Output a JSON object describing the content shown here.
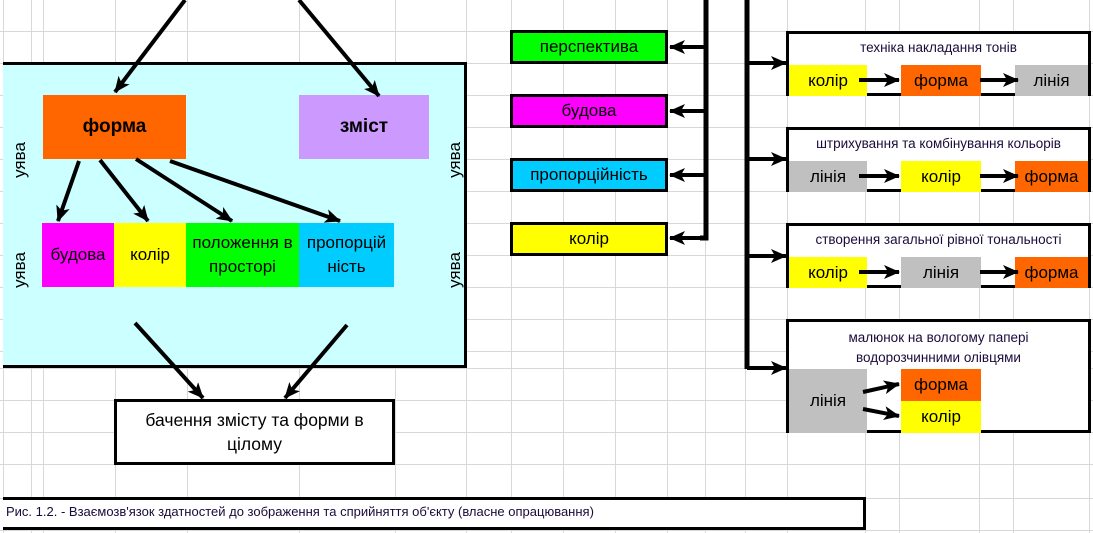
{
  "colors": {
    "orange": "#ff6600",
    "lavender": "#cc99ff",
    "magenta": "#ff00ff",
    "yellow": "#ffff00",
    "green": "#00ff00",
    "cyan": "#00ccff",
    "grey": "#c0c0c0",
    "panel": "#ccffff"
  },
  "left_panel": {
    "imagination_labels": [
      "уява",
      "уява",
      "уява",
      "уява"
    ],
    "forma": "форма",
    "zmist": "зміст",
    "elements": [
      "будова",
      "колір",
      "положення в просторі",
      "пропорцій ність"
    ]
  },
  "result_box": "бачення змісту та форми в цілому",
  "middle_list": [
    "перспектива",
    "будова",
    "пропорційність",
    "колір"
  ],
  "techniques": [
    {
      "title": "техніка накладання тонів",
      "steps": [
        "колір",
        "форма",
        "лінія"
      ]
    },
    {
      "title": "штрихування та комбінування кольорів",
      "steps": [
        "лінія",
        "колір",
        "форма"
      ]
    },
    {
      "title": "створення загальної рівної тональності",
      "steps": [
        "колір",
        "лінія",
        "форма"
      ]
    },
    {
      "title": "малюнок на вологому папері водорозчинними олівцями",
      "source": "лінія",
      "targets": [
        "форма",
        "колір"
      ]
    }
  ],
  "caption": "Рис. 1.2. - Взаємозв'язок здатностей до зображення та сприйняття об'єкту (власне опрацювання)"
}
